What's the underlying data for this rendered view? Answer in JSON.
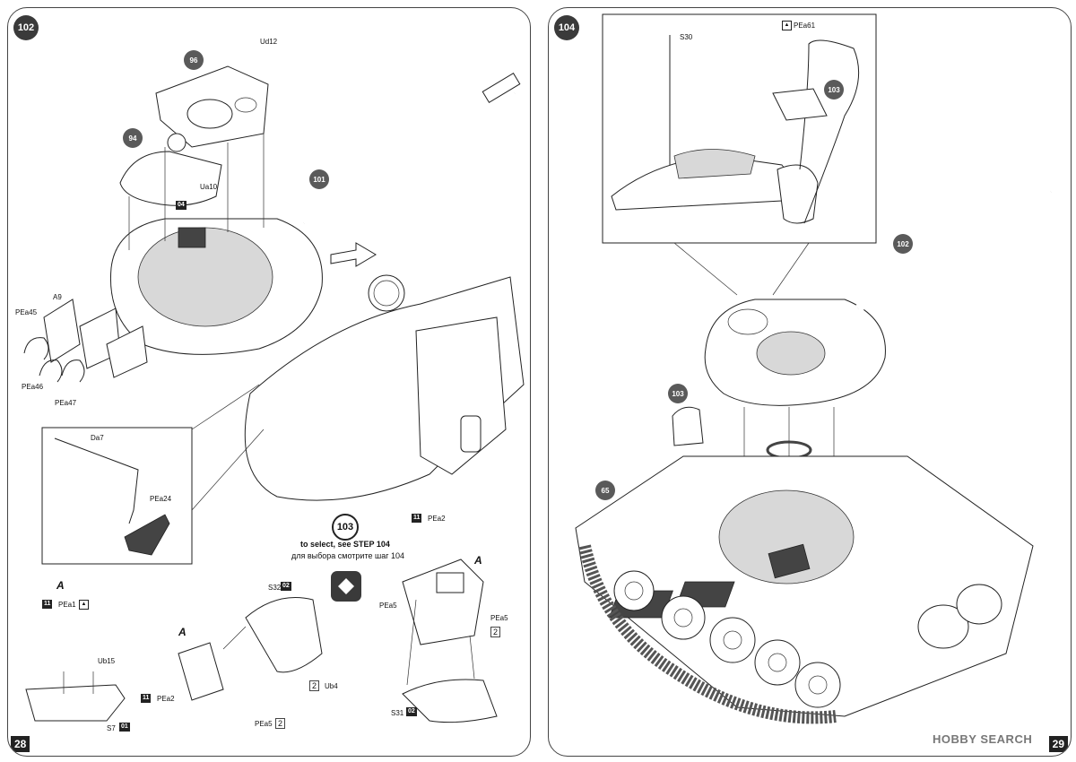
{
  "left_page": {
    "step_number": "102",
    "page_number": "28",
    "sub_callouts": [
      "96",
      "94",
      "101"
    ],
    "part_labels": {
      "ud12": "Ud12",
      "ua10": "Ua10",
      "num_04": "04",
      "a9": "A9",
      "pea45": "PEa45",
      "pea46": "PEa46",
      "pea47": "PEa47",
      "da7": "Da7",
      "pea24": "PEa24"
    }
  },
  "step_103": {
    "number": "103",
    "line_en": "to select, see STEP 104",
    "line_ru": "для выбора смотрите шаг 104",
    "callout_a_1": "A",
    "callout_a_2": "A",
    "callout_a_3": "A",
    "labels": {
      "num_11_a": "11",
      "pea1": "PEa1",
      "ub15": "Ub15",
      "s7": "S7",
      "num_01": "01",
      "s32": "S32",
      "num_02_a": "02",
      "ub4": "Ub4",
      "x2_a": "2",
      "num_11_b": "11",
      "pea2_a": "PEa2",
      "pea5_a": "PEa5",
      "x2_b": "2",
      "num_11_c": "11",
      "pea2_b": "PEa2",
      "pea5_b": "PEa5",
      "pea5_c": "PEa5",
      "x2_c": "2",
      "s31": "S31",
      "num_02_b": "02"
    }
  },
  "right_page": {
    "step_number": "104",
    "page_number": "29",
    "sub_callouts": [
      "103",
      "102",
      "103",
      "65"
    ],
    "part_labels": {
      "s30": "S30",
      "pea61": "PEa61"
    }
  },
  "watermark": "HOBBY SEARCH"
}
